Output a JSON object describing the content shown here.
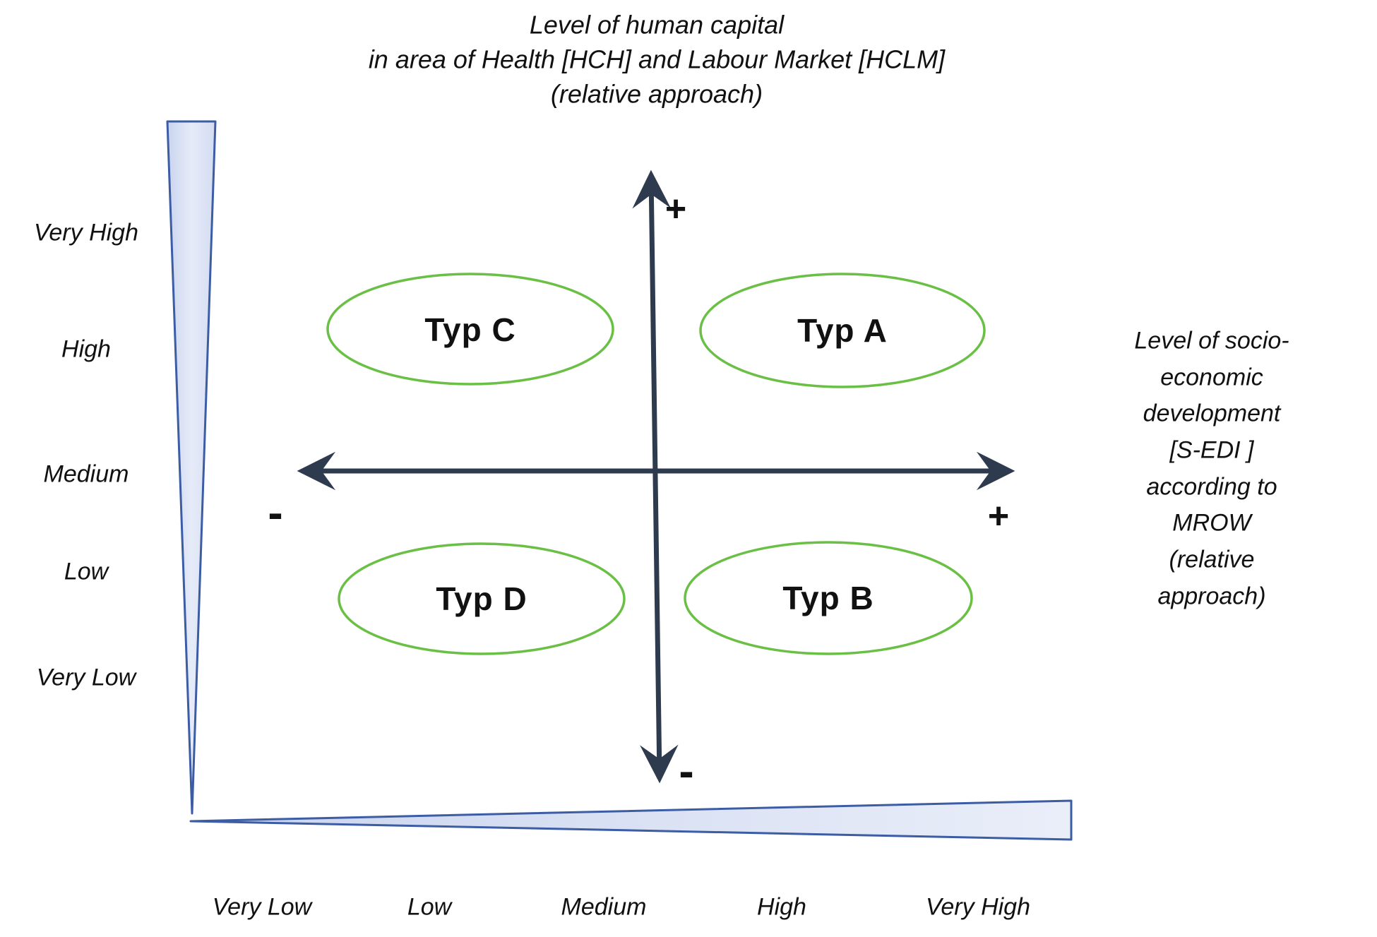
{
  "figure": {
    "y_axis_title": "Level of human capital\nin area of Health [HCH] and Labour Market [HCLM]\n(relative approach)",
    "x_axis_title": "Level of socio-economic\ndevelopment  [S-EDI ]\naccording to MROW\n(relative approach)",
    "quadrant_labels": {
      "top_left": "Typ C",
      "top_right": "Typ A",
      "bottom_left": "Typ D",
      "bottom_right": "Typ B"
    },
    "y_scale_labels": [
      "Very High",
      "High",
      "Medium",
      "Low",
      "Very Low"
    ],
    "x_scale_labels": [
      "Very Low",
      "Low",
      "Medium",
      "High",
      "Very High"
    ],
    "axis_signs": {
      "y_positive": "+",
      "y_negative": "-",
      "x_positive": "+",
      "x_negative": "-"
    },
    "colors": {
      "axis": "#2e3b4e",
      "ellipse_stroke": "#6abf45",
      "wedge_border": "#3c5da4",
      "wedge_fill_dark": "#c9d4ee",
      "wedge_fill_light": "#eaeef9",
      "text": "#111111"
    }
  }
}
